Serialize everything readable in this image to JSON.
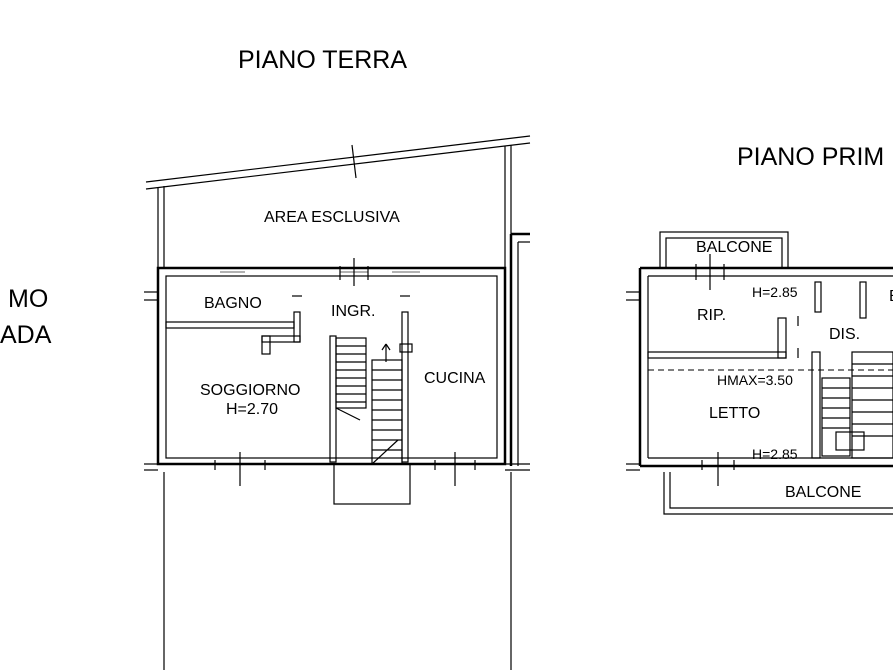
{
  "titles": {
    "ground_floor": "PIANO TERRA",
    "first_floor": "PIANO PRIM"
  },
  "side_labels": {
    "line1": "MO",
    "line2": "ADA"
  },
  "ground_floor": {
    "area_esclusiva": "AREA ESCLUSIVA",
    "bagno": "BAGNO",
    "ingresso": "INGR.",
    "cucina": "CUCINA",
    "soggiorno": "SOGGIORNO",
    "soggiorno_height": "H=2.70"
  },
  "first_floor": {
    "balcone_top": "BALCONE",
    "rip_height": "H=2.85",
    "rip": "RIP.",
    "dis": "DIS.",
    "hmax": "HMAX=3.50",
    "letto": "LETTO",
    "letto_height": "H=2.85",
    "balcone_bottom": "BALCONE",
    "partial_room": "B"
  }
}
